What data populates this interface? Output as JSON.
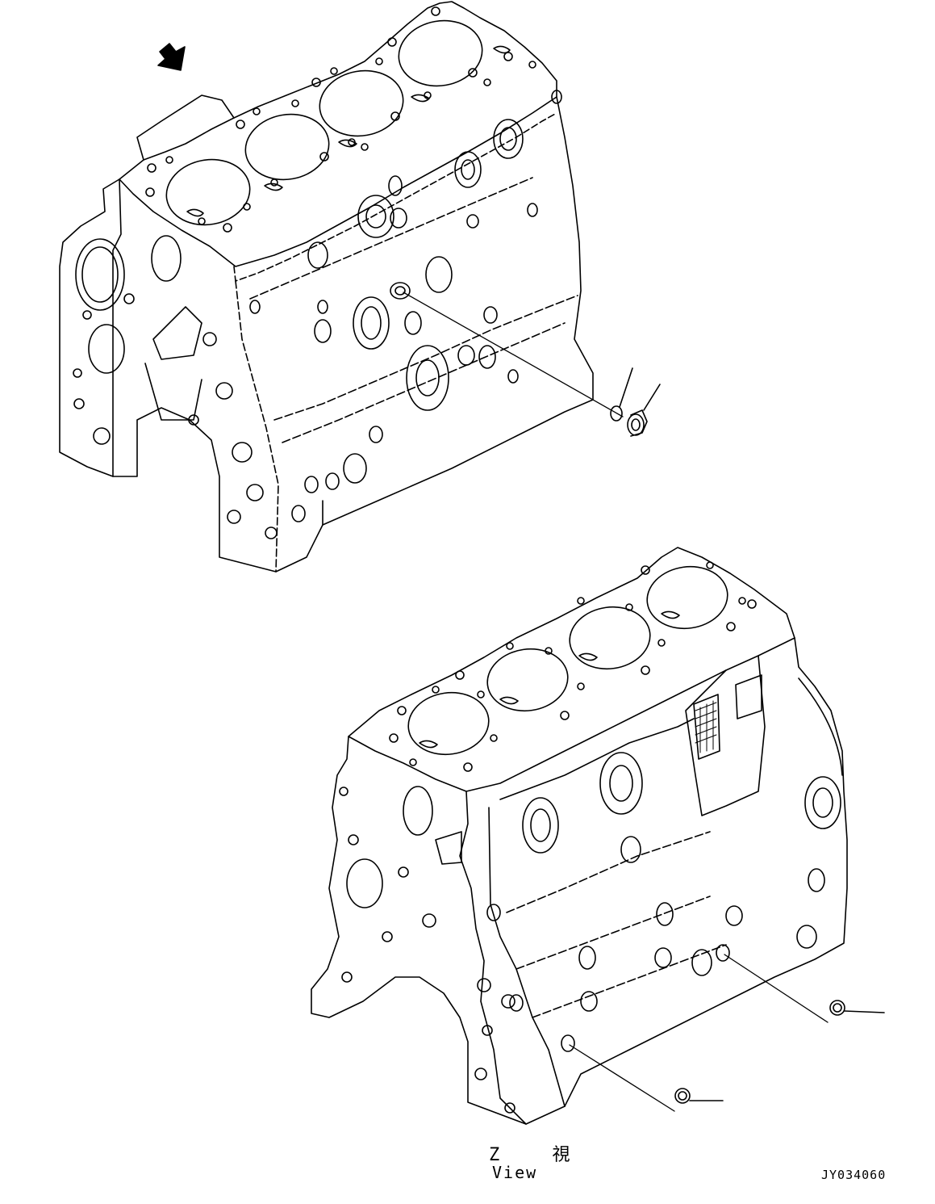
{
  "view_label_jp": "Z 視",
  "view_label_en": "View",
  "drawing_code": "JY034060",
  "icons": {
    "view_arrow": "view-direction-arrow-icon"
  }
}
